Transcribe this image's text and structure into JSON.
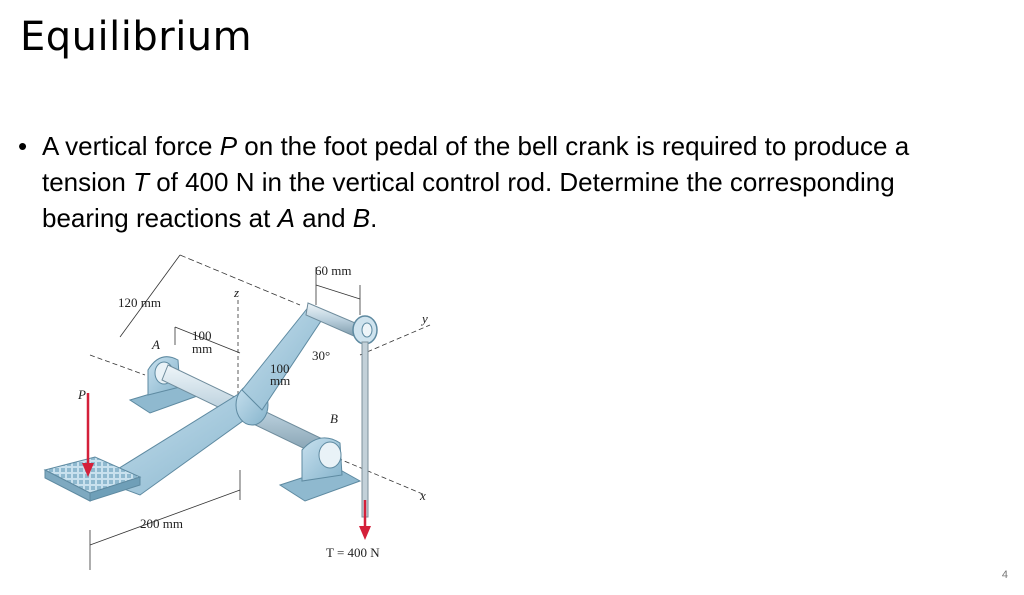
{
  "slide": {
    "title": "Equilibrium",
    "bullet": {
      "part1": "A vertical force ",
      "var_p": "P",
      "part2": " on the foot pedal of the bell crank is required to produce a tension ",
      "var_t": "T",
      "part3": " of 400 N in the vertical control rod. Determine the corresponding bearing reactions at ",
      "var_a": "A",
      "part4": " and ",
      "var_b": "B",
      "part5": "."
    },
    "page_number": "4"
  },
  "figure": {
    "dim_60": "60 mm",
    "dim_120": "120 mm",
    "dim_100a_num": "100",
    "dim_100a_unit": "mm",
    "dim_100b_num": "100",
    "dim_100b_unit": "mm",
    "angle": "30°",
    "dim_200": "200 mm",
    "label_a": "A",
    "label_b": "B",
    "label_p": "P",
    "axis_x": "x",
    "axis_y": "y",
    "axis_z": "z",
    "tension": "T = 400 N",
    "colors": {
      "steel": "#a9cde0",
      "steel_dark": "#6f9fb8",
      "force": "#d4203a",
      "rod": "#b8c6cf"
    }
  }
}
